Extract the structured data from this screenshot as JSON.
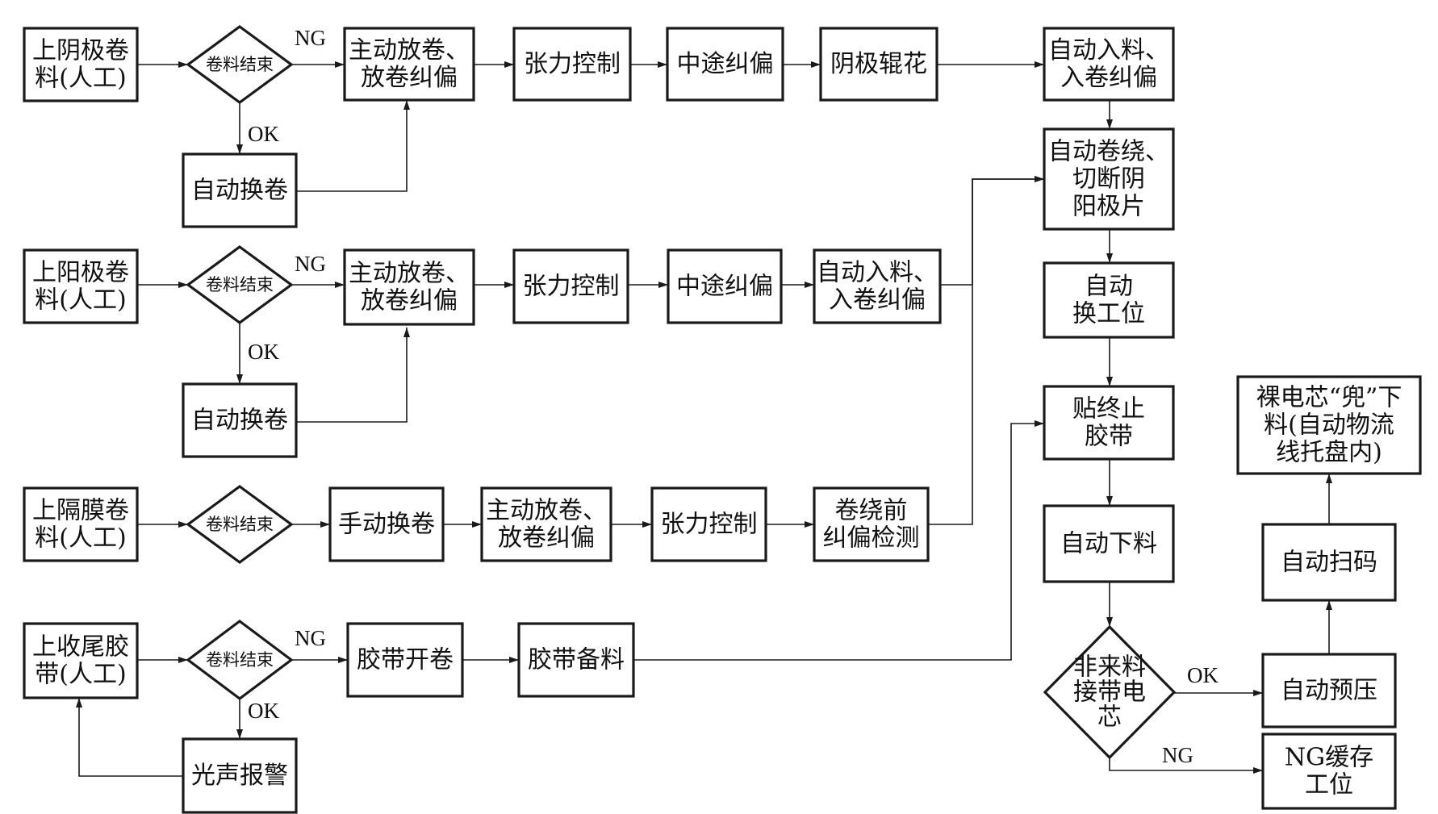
{
  "nodes": {
    "c_load": {
      "lines": [
        "上阴极卷",
        "料(人工)"
      ]
    },
    "c_end": {
      "lines": [
        "卷料结束"
      ]
    },
    "c_unwind": {
      "lines": [
        "主动放卷、",
        "放卷纠偏"
      ]
    },
    "c_tension": {
      "lines": [
        "张力控制"
      ]
    },
    "c_mid": {
      "lines": [
        "中途纠偏"
      ]
    },
    "c_roll": {
      "lines": [
        "阴极辊花"
      ]
    },
    "c_change": {
      "lines": [
        "自动换卷"
      ]
    },
    "c_feed": {
      "lines": [
        "自动入料、",
        "入卷纠偏"
      ]
    },
    "winding": {
      "lines": [
        "自动卷绕、",
        "切断阴",
        "阳极片"
      ]
    },
    "a_load": {
      "lines": [
        "上阳极卷",
        "料(人工)"
      ]
    },
    "a_end": {
      "lines": [
        "卷料结束"
      ]
    },
    "a_unwind": {
      "lines": [
        "主动放卷、",
        "放卷纠偏"
      ]
    },
    "a_tension": {
      "lines": [
        "张力控制"
      ]
    },
    "a_mid": {
      "lines": [
        "中途纠偏"
      ]
    },
    "a_feed": {
      "lines": [
        "自动入料、",
        "入卷纠偏"
      ]
    },
    "a_change": {
      "lines": [
        "自动换卷"
      ]
    },
    "station": {
      "lines": [
        "自动",
        "换工位"
      ]
    },
    "s_load": {
      "lines": [
        "上隔膜卷",
        "料(人工)"
      ]
    },
    "s_end": {
      "lines": [
        "卷料结束"
      ]
    },
    "s_manual": {
      "lines": [
        "手动换卷"
      ]
    },
    "s_unwind": {
      "lines": [
        "主动放卷、",
        "放卷纠偏"
      ]
    },
    "s_tension": {
      "lines": [
        "张力控制"
      ]
    },
    "s_detect": {
      "lines": [
        "卷绕前",
        "纠偏检测"
      ]
    },
    "tape": {
      "lines": [
        "贴终止",
        "胶带"
      ]
    },
    "bare": {
      "lines": [
        "裸电芯“兜”下",
        "料(自动物流",
        "线托盘内)"
      ]
    },
    "unload": {
      "lines": [
        "自动下料"
      ]
    },
    "scan": {
      "lines": [
        "自动扫码"
      ]
    },
    "t_load": {
      "lines": [
        "上收尾胶",
        "带(人工)"
      ]
    },
    "t_end": {
      "lines": [
        "卷料结束"
      ]
    },
    "t_open": {
      "lines": [
        "胶带开卷"
      ]
    },
    "t_prep": {
      "lines": [
        "胶带备料"
      ]
    },
    "alarm": {
      "lines": [
        "光声报警"
      ]
    },
    "check": {
      "lines": [
        "非来料",
        "接带电",
        "芯"
      ]
    },
    "prepress": {
      "lines": [
        "自动预压"
      ]
    },
    "ng_buffer": {
      "lines": [
        "NG缓存",
        "工位"
      ]
    }
  },
  "labels": {
    "ng": "NG",
    "ok": "OK"
  }
}
